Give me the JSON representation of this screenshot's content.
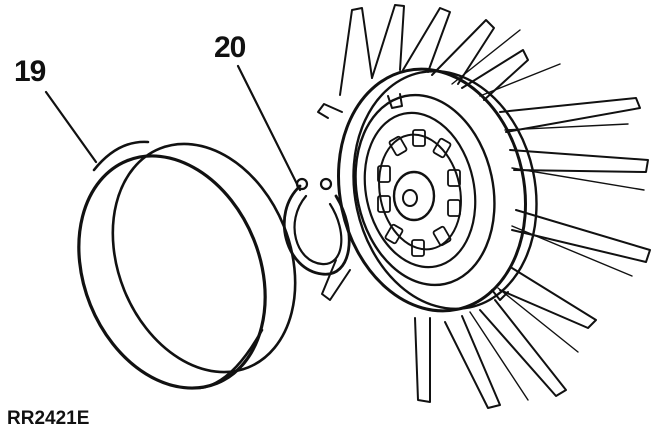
{
  "labels": {
    "part_19": "19",
    "part_20": "20"
  },
  "figure_id": "RR2421E",
  "colors": {
    "ink": "#111111",
    "paper": "#ffffff"
  }
}
